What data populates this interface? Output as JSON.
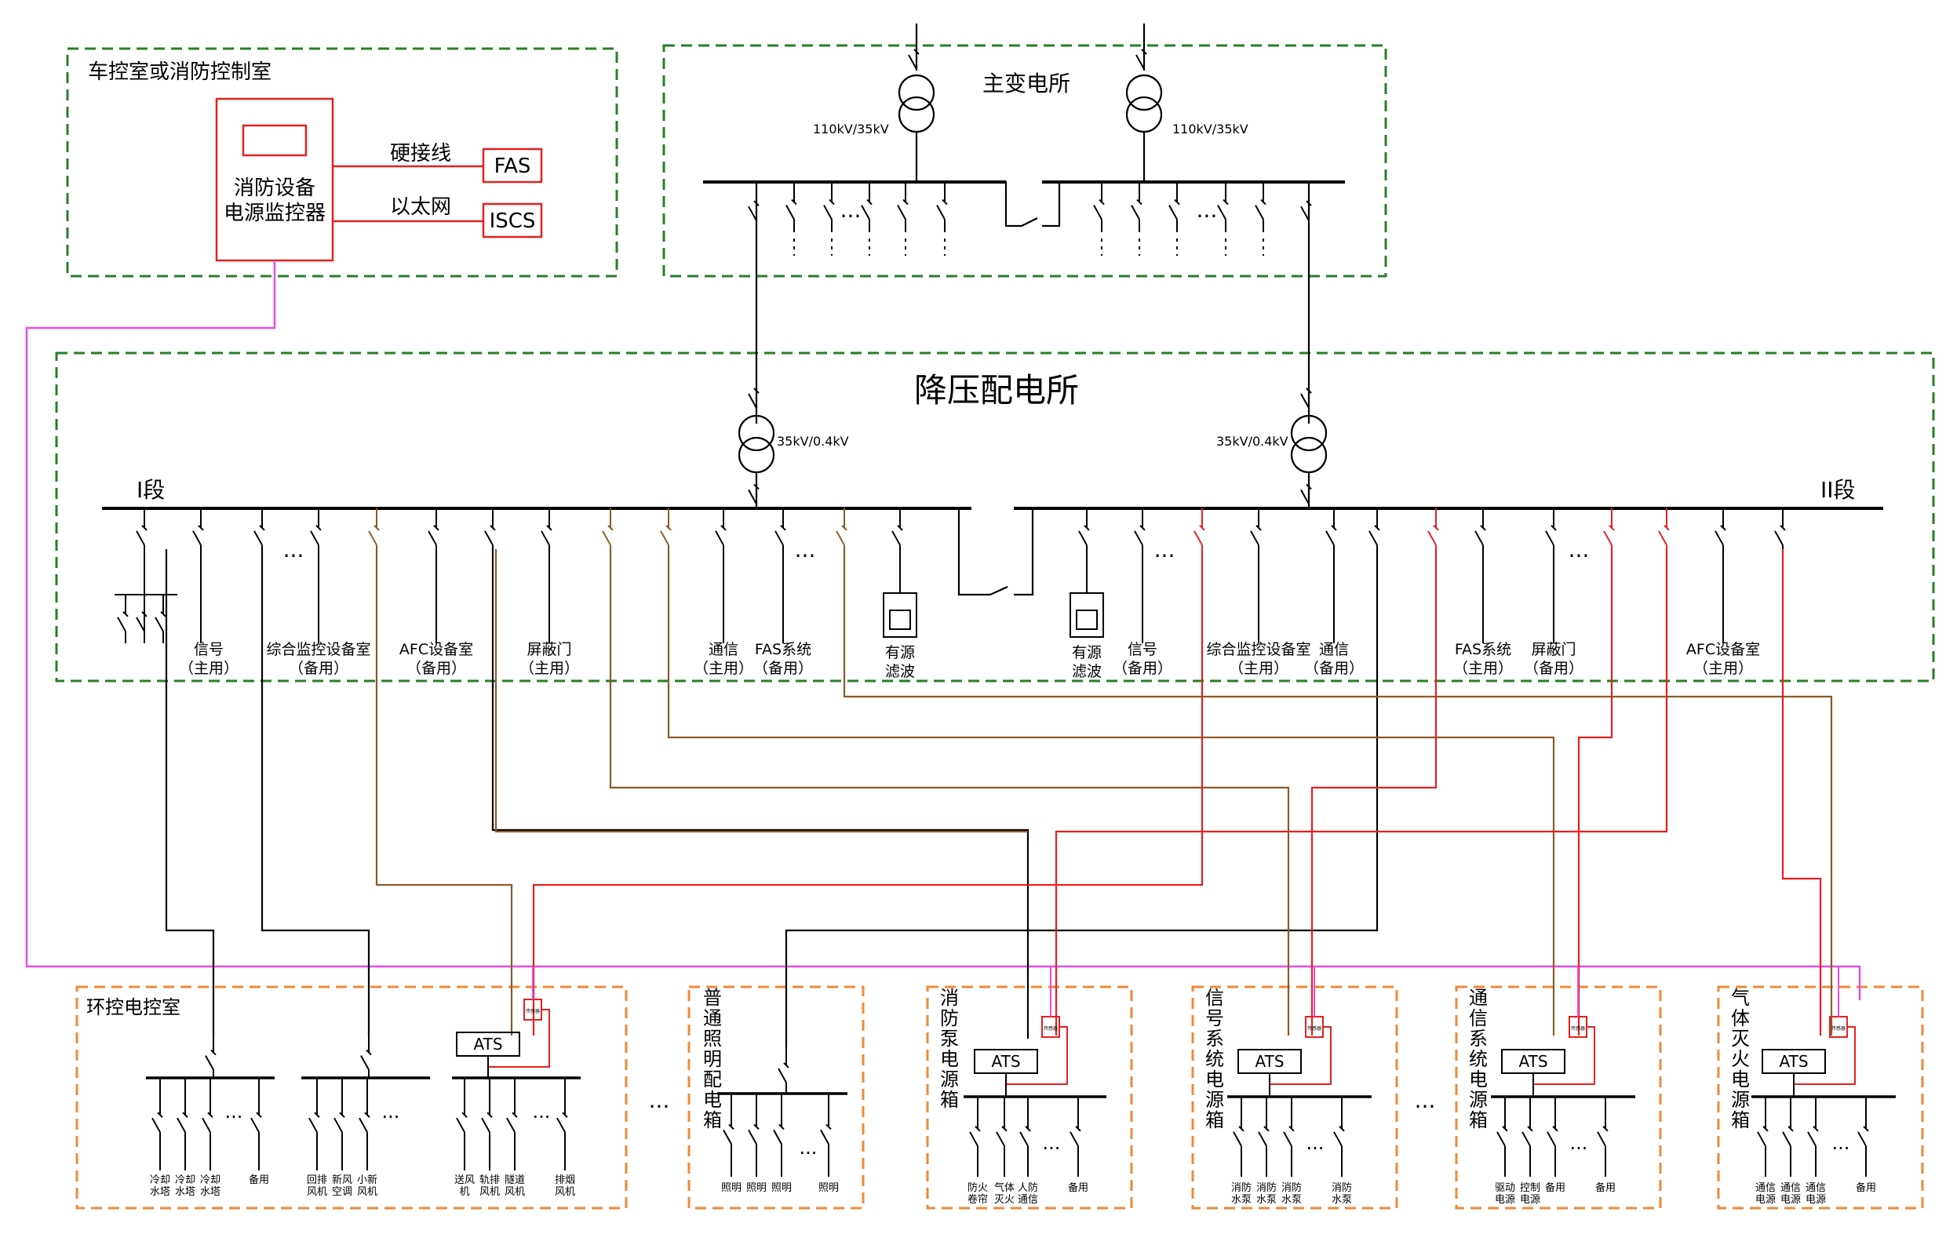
{
  "colors": {
    "box_green": "#2a7d2a",
    "box_orange": "#f0883a",
    "line_black": "#000000",
    "line_red": "#e62020",
    "line_brown": "#8b5a2b",
    "line_magenta": "#e64ce6"
  },
  "control_room": {
    "title": "车控室或消防控制室",
    "monitor_line1": "消防设备",
    "monitor_line2": "电源监控器",
    "fas_link_label": "硬接线",
    "fas_box": "FAS",
    "iscs_link_label": "以太网",
    "iscs_box": "ISCS"
  },
  "main_substation": {
    "title": "主变电所",
    "left_transformer": "110kV/35kV",
    "right_transformer": "110kV/35kV",
    "ellipsis_left": "···",
    "ellipsis_right": "···"
  },
  "step_down": {
    "title": "降压配电所",
    "left_transformer": "35kV/0.4kV",
    "right_transformer": "35kV/0.4kV",
    "seg1": "I段",
    "seg2": "II段",
    "ellipsis": "···",
    "filter_left": [
      "有源",
      "滤波"
    ],
    "filter_right": [
      "有源",
      "滤波"
    ],
    "feeders_left": [
      {
        "l1": "信号",
        "l2": "（主用）"
      },
      {
        "l1": "综合监控设备室",
        "l2": "（备用）"
      },
      {
        "l1": "AFC设备室",
        "l2": "（备用）"
      },
      {
        "l1": "屏蔽门",
        "l2": "（主用）"
      },
      {
        "l1": "通信",
        "l2": "（主用）"
      },
      {
        "l1": "FAS系统",
        "l2": "（备用）"
      }
    ],
    "feeders_right": [
      {
        "l1": "信号",
        "l2": "（备用）"
      },
      {
        "l1": "综合监控设备室",
        "l2": "（主用）"
      },
      {
        "l1": "通信",
        "l2": "（备用）"
      },
      {
        "l1": "FAS系统",
        "l2": "（主用）"
      },
      {
        "l1": "屏蔽门",
        "l2": "（备用）"
      },
      {
        "l1": "AFC设备室",
        "l2": "（主用）"
      }
    ]
  },
  "bottom": {
    "ats": "ATS",
    "sensor": "传感器",
    "ellipsis": "···",
    "env_room": "环控电控室",
    "env_loads_a": [
      [
        "冷却",
        "水塔"
      ],
      [
        "冷却",
        "水塔"
      ],
      [
        "冷却",
        "水塔"
      ],
      [
        "备用"
      ]
    ],
    "env_loads_b": [
      [
        "回排",
        "风机"
      ],
      [
        "新风",
        "空调"
      ],
      [
        "小新",
        "风机"
      ]
    ],
    "env_loads_c": [
      [
        "送风",
        "机"
      ],
      [
        "轨排",
        "风机"
      ],
      [
        "隧道",
        "风机"
      ],
      [
        "排烟",
        "风机"
      ]
    ],
    "lighting_box": "普通照明配电箱",
    "lighting_loads": [
      [
        "照明"
      ],
      [
        "照明"
      ],
      [
        "照明"
      ],
      [
        "照明"
      ]
    ],
    "fire_pump_box": "消防泵电源箱",
    "fire_pump_loads": [
      [
        "防火",
        "卷帘"
      ],
      [
        "气体",
        "灭火"
      ],
      [
        "人防",
        "通信"
      ],
      [
        "备用"
      ]
    ],
    "signal_box": "信号系统电源箱",
    "signal_loads": [
      [
        "消防",
        "水泵"
      ],
      [
        "消防",
        "水泵"
      ],
      [
        "消防",
        "水泵"
      ],
      [
        "消防",
        "水泵"
      ]
    ],
    "comm_box": "通信系统电源箱",
    "comm_loads": [
      [
        "驱动",
        "电源"
      ],
      [
        "控制",
        "电源"
      ],
      [
        "备用"
      ],
      [
        "备用"
      ]
    ],
    "gas_box": "气体灭火电源箱",
    "gas_loads": [
      [
        "通信",
        "电源"
      ],
      [
        "通信",
        "电源"
      ],
      [
        "通信",
        "电源"
      ],
      [
        "备用"
      ]
    ]
  }
}
